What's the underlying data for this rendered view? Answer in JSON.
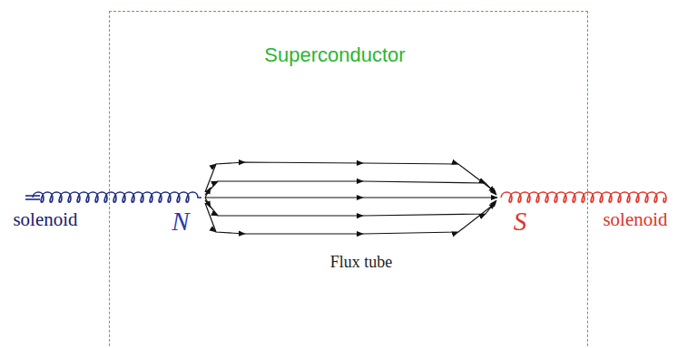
{
  "diagram": {
    "nodes": [
      {
        "text": [
          "Superconductor"
        ]
      }
    ],
    "labels": [
      "solenoid",
      "N",
      "S",
      "solenoid",
      "Flux tube"
    ]
  }
}
